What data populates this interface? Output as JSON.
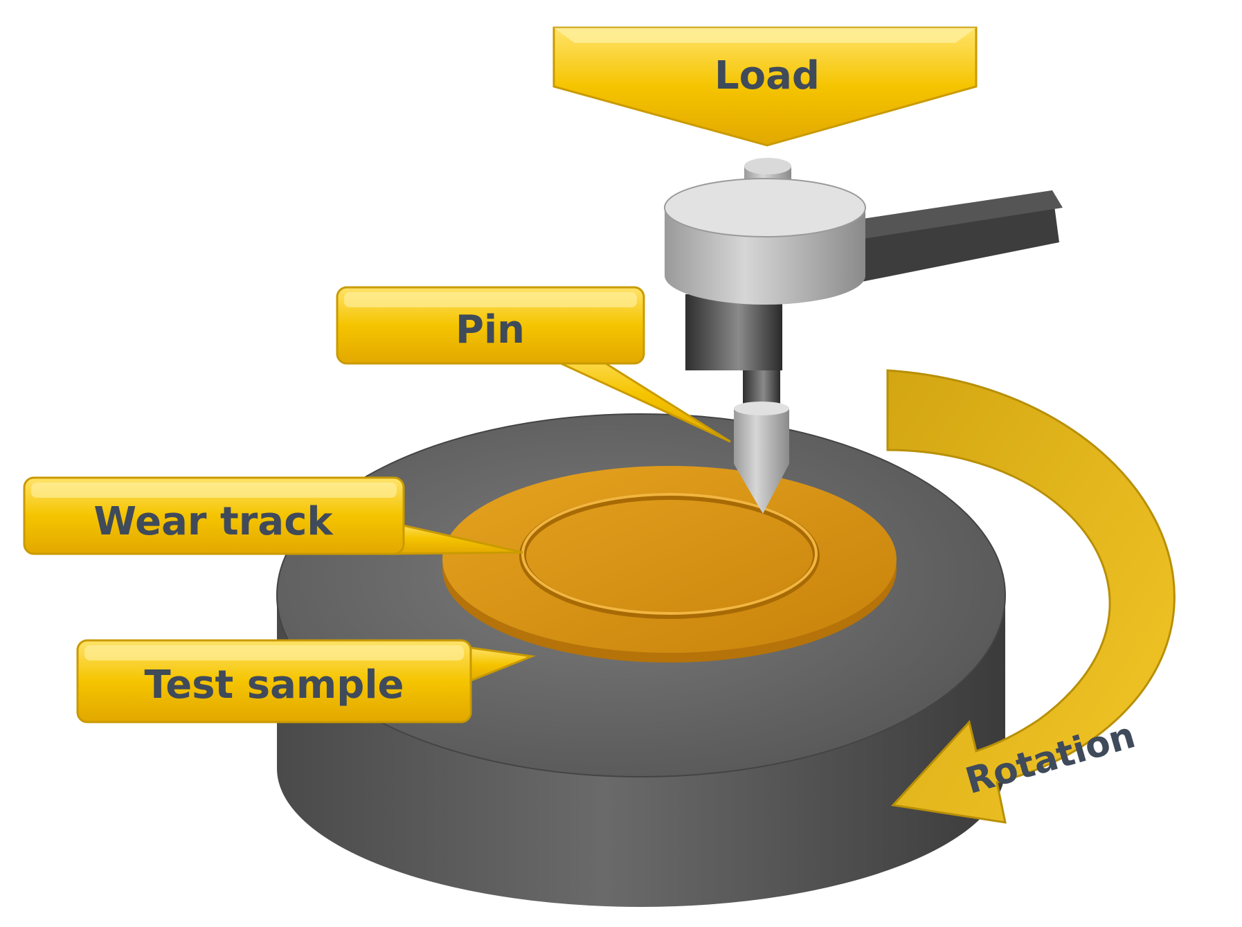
{
  "labels": {
    "load": "Load",
    "pin": "Pin",
    "wear_track": "Wear track",
    "test_sample": "Test sample",
    "rotation": "Rotation"
  },
  "colors": {
    "callout_gold": "#f5c400",
    "callout_light": "#ffe36a",
    "sample_orange": "#d9920f",
    "base_gray": "#5e5e5e",
    "arm_dark": "#3c3c3c",
    "label_text": "#3f4a5a"
  }
}
